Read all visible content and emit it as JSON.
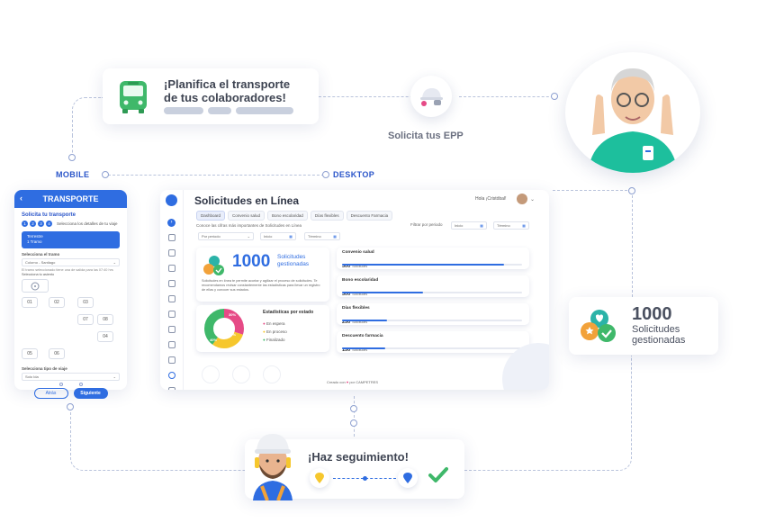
{
  "colors": {
    "primary": "#2f6de1",
    "green": "#3fb86a",
    "teal": "#2bb3a8",
    "orange": "#f2a23a",
    "yellow": "#f6c72d",
    "pink": "#e64a86"
  },
  "top_card": {
    "line1": "¡Planifica el transporte",
    "line2": "de tus colaboradores!",
    "icon": "bus-icon"
  },
  "epp": {
    "label": "Solicita tus EPP",
    "icon": "helmet-icon"
  },
  "labels": {
    "mobile": "MOBILE",
    "desktop": "DESKTOP"
  },
  "mobile": {
    "title": "TRANSPORTE",
    "heading": "Solicita tu transporte",
    "steps": [
      "1",
      "2",
      "3",
      "4"
    ],
    "steps_text": "Selecciona los detalles de tu viaje",
    "route_line1": "Terrestre",
    "route_line2": "1 Tramo",
    "select_label": "Selecciona el tramo",
    "select_value": "Colorno - Santiago",
    "hint": "El tramo seleccionado tiene una de salida para las 07:40 hrs",
    "seat_label": "Selecciona tu asiento",
    "seats": [
      "01",
      "02",
      "03",
      "04",
      "05",
      "06",
      "07",
      "08"
    ],
    "trip_label": "Selecciona tipo de viaje",
    "trip_value": "Solo Ida",
    "back": "Atrás",
    "next": "Siguiente"
  },
  "desktop": {
    "title": "Solicitudes en Línea",
    "greeting": "Hola ¡Cristóbal!",
    "tabs": [
      "Dashboard",
      "Convenio salud",
      "Bono escolaridad",
      "Días flexibles",
      "Descuento Farmacia"
    ],
    "subtitle": "Conoce las cifras más importantes de Solicitudes en Línea",
    "filter_label": "Filtrar por periodo",
    "filter_start": "Inicio",
    "filter_end": "Término",
    "period_select": "Por periodo",
    "period_start": "Inicio",
    "period_end": "Término",
    "big_number": "1000",
    "big_text1": "Solicitudes",
    "big_text2": "gestionadas",
    "description": "Solicitudes en línea te permite acortar y agilizar el proceso de solicitudes. Te recomendamos revisar constantemente las estadísticas para llevar un registro de ellas y conocer sus estados.",
    "stats_title": "Estadísticas por estado",
    "legend": [
      "En espera",
      "En proceso",
      "Finalizado"
    ],
    "donut_labels": [
      "30%",
      "30%",
      "40%"
    ],
    "items": [
      {
        "name": "Convenio salud",
        "value": "300",
        "unit": "Solicitudes",
        "pct": 0.9
      },
      {
        "name": "Bono escolaridad",
        "value": "300",
        "unit": "Solicitudes",
        "pct": 0.45
      },
      {
        "name": "Días flexibles",
        "value": "250",
        "unit": "Solicitudes",
        "pct": 0.25
      },
      {
        "name": "Descuento farmacia",
        "value": "150",
        "unit": "Solicitudes",
        "pct": 0.24
      }
    ],
    "footer_pre": "Creado con",
    "footer_post": "por CAMPETRES"
  },
  "right_card": {
    "number": "1000",
    "line1": "Solicitudes",
    "line2": "gestionadas"
  },
  "track_card": {
    "text": "¡Haz seguimiento!"
  }
}
